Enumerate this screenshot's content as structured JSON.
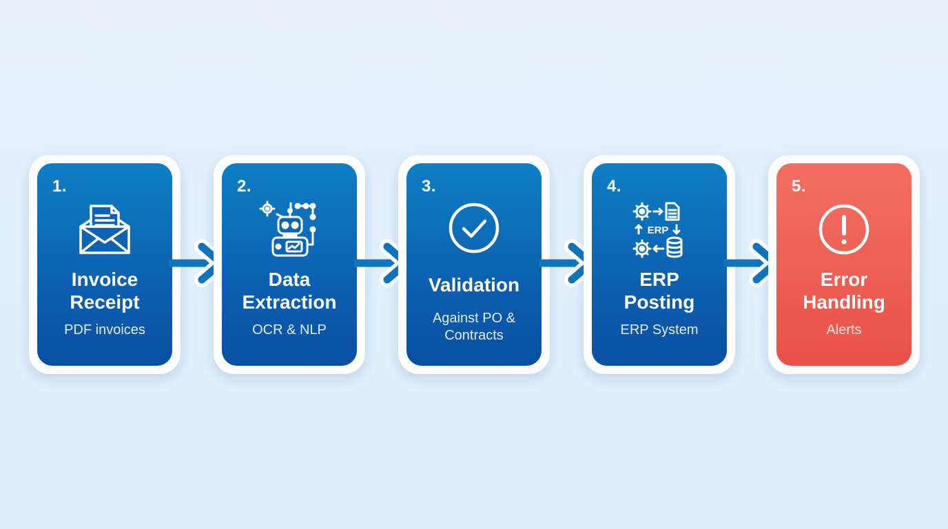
{
  "steps": [
    {
      "number": "1.",
      "title_line1": "Invoice",
      "title_line2": "Receipt",
      "subtitle_line1": "PDF invoices",
      "subtitle_line2": "",
      "icon": "envelope-document-icon",
      "color": "#0c5fb1"
    },
    {
      "number": "2.",
      "title_line1": "Data",
      "title_line2": "Extraction",
      "subtitle_line1": "OCR & NLP",
      "subtitle_line2": "",
      "icon": "robot-gears-icon",
      "color": "#0c5fb1"
    },
    {
      "number": "3.",
      "title_line1": "Validation",
      "title_line2": "",
      "subtitle_line1": "Against PO &",
      "subtitle_line2": "Contracts",
      "icon": "check-circle-icon",
      "color": "#0c5fb1"
    },
    {
      "number": "4.",
      "title_line1": "ERP",
      "title_line2": "Posting",
      "subtitle_line1": "ERP System",
      "subtitle_line2": "",
      "icon": "erp-sync-icon",
      "icon_text": "ERP",
      "color": "#0c5fb1"
    },
    {
      "number": "5.",
      "title_line1": "Error",
      "title_line2": "Handling",
      "subtitle_line1": "Alerts",
      "subtitle_line2": "",
      "icon": "alert-circle-icon",
      "color": "#ea5148"
    }
  ],
  "colors": {
    "background": "#e1f0fb",
    "card_blue": "#0c5fb1",
    "card_red": "#ea5148",
    "arrow": "#0f75bd",
    "frame": "#ffffff"
  }
}
